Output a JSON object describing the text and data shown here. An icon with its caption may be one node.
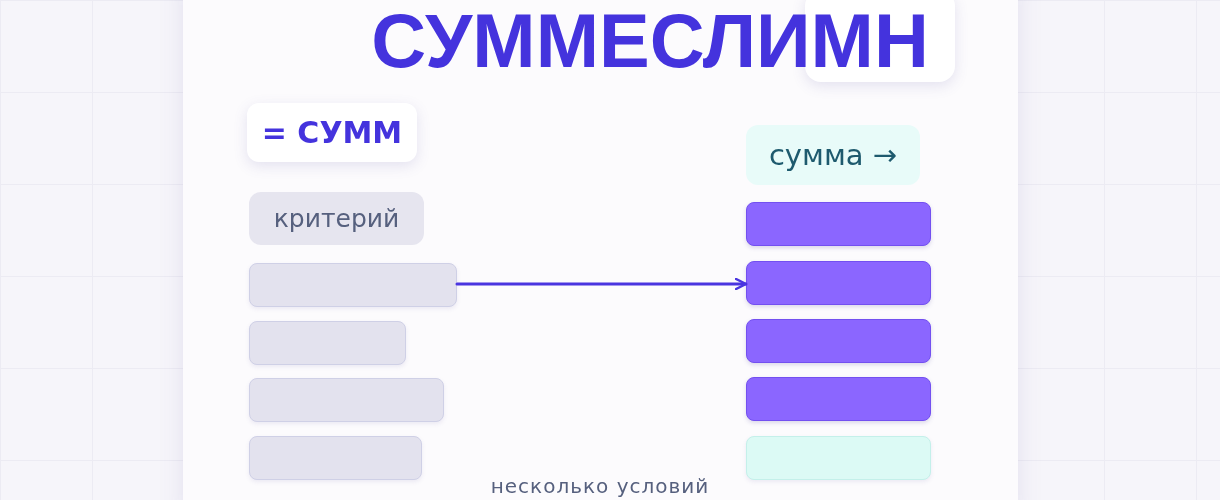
{
  "diagram": {
    "title": "СУММЕСЛИМН",
    "caption": "несколько условий",
    "nodes": [
      {
        "text": [
          "= СУММ"
        ]
      },
      {
        "text": [
          "критерий"
        ]
      },
      {
        "text": [],
        "shape": "bar"
      },
      {
        "text": [],
        "shape": "bar"
      },
      {
        "text": [],
        "shape": "bar"
      },
      {
        "text": [],
        "shape": "bar"
      },
      {
        "text": [
          "сумма →"
        ]
      },
      {
        "text": [],
        "shape": "bar"
      },
      {
        "text": [],
        "shape": "bar"
      },
      {
        "text": [],
        "shape": "bar"
      },
      {
        "text": [],
        "shape": "bar"
      },
      {
        "text": [],
        "shape": "bar"
      }
    ],
    "edges": [
      {
        "from": 2,
        "to": 8,
        "arrow": "to"
      }
    ]
  }
}
